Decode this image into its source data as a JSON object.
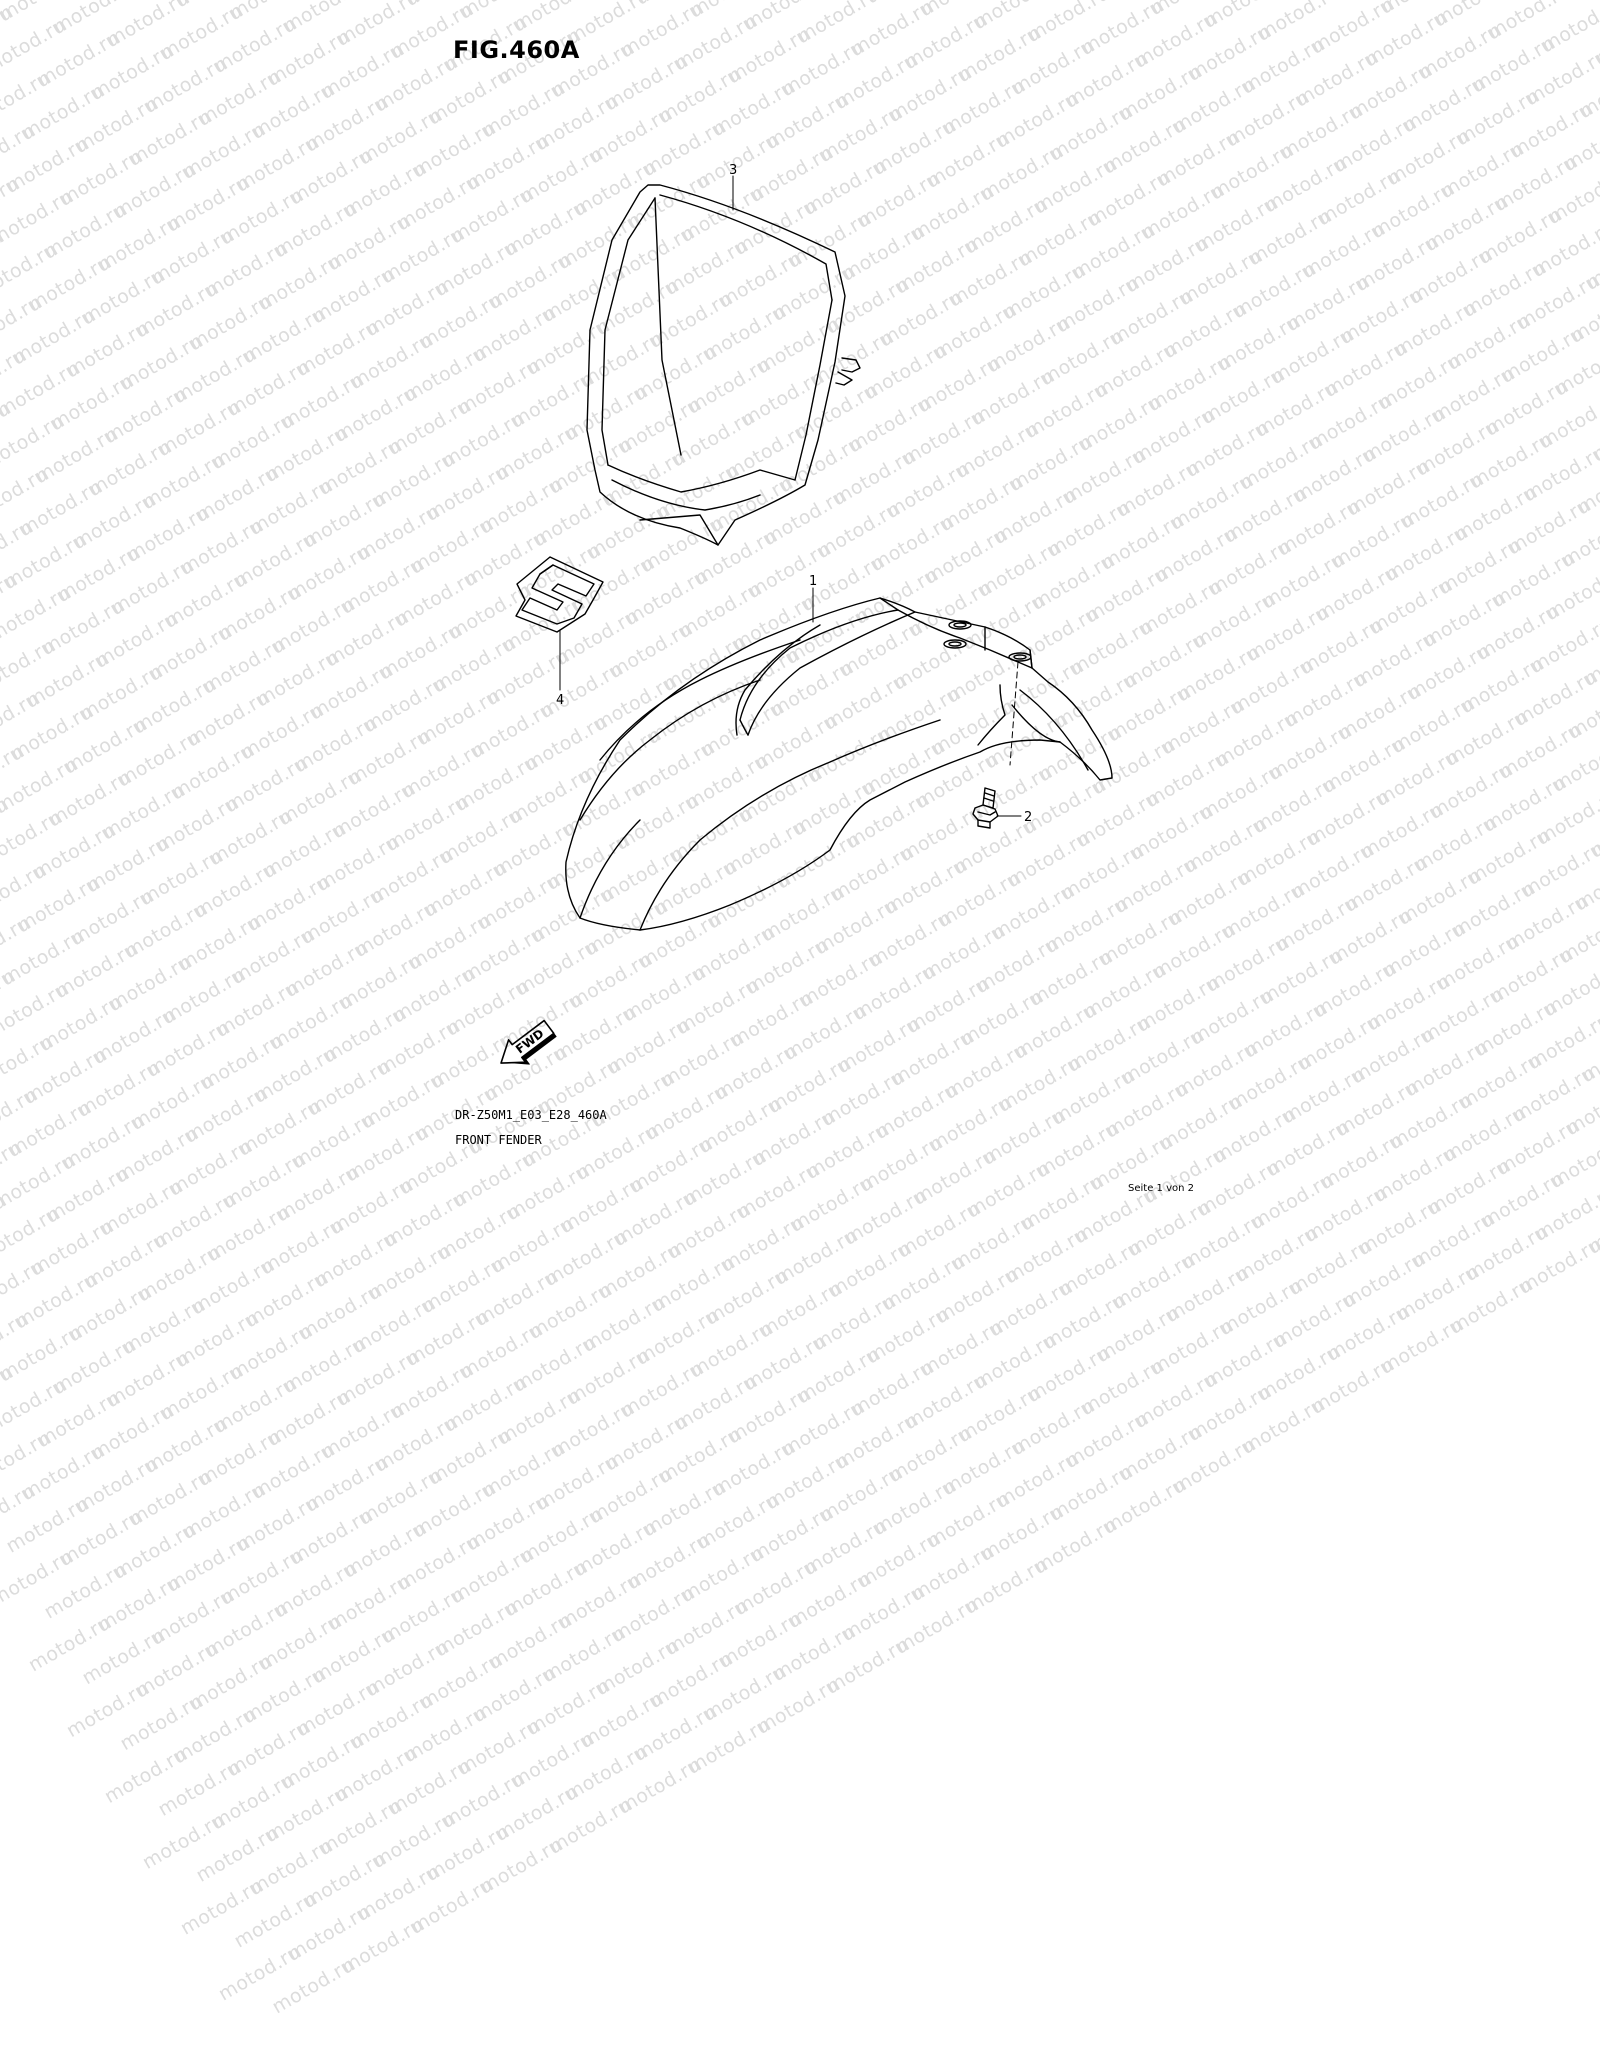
{
  "figure": {
    "title": "FIG.460A"
  },
  "watermark": {
    "text": "motod.ru",
    "color": "#dcdcdc"
  },
  "parts": [
    {
      "ref": "1",
      "name": "front-fender"
    },
    {
      "ref": "2",
      "name": "bolt"
    },
    {
      "ref": "3",
      "name": "number-plate"
    },
    {
      "ref": "4",
      "name": "emblem"
    }
  ],
  "direction_marker": {
    "label": "FWD"
  },
  "footer": {
    "drawing_code": "DR-Z50M1_E03_E28_460A",
    "drawing_name": "FRONT FENDER",
    "page_indicator": "Seite 1 von 2"
  }
}
